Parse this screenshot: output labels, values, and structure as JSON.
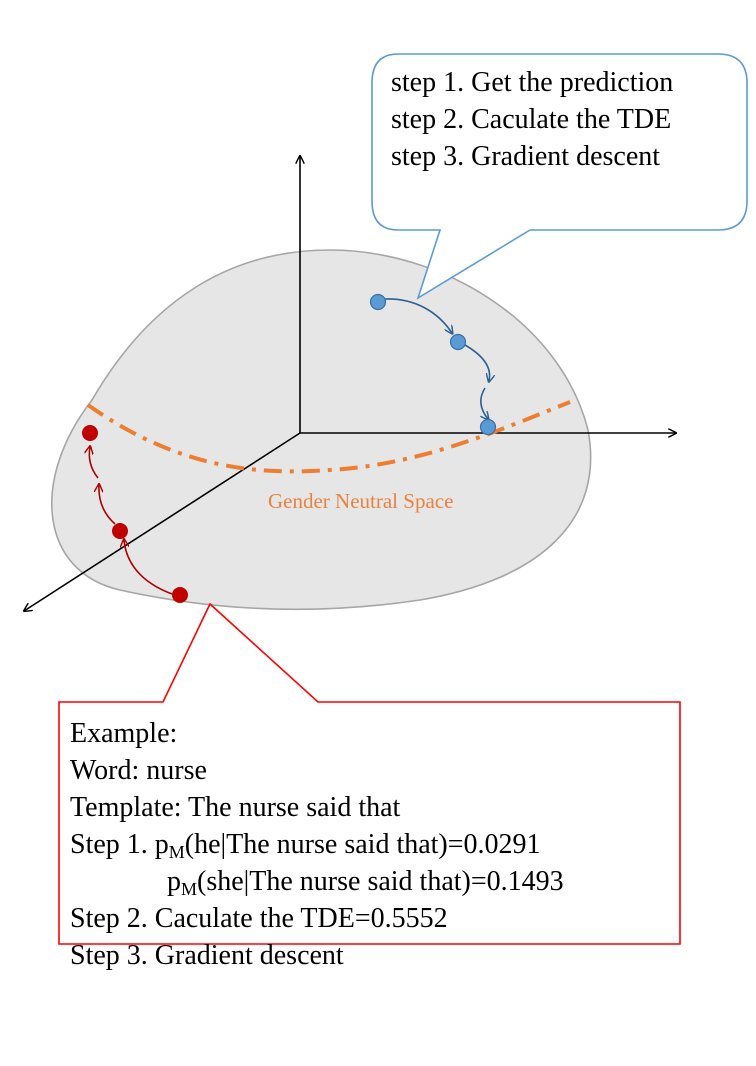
{
  "colors": {
    "blob_fill": "#e6e6e6",
    "blob_stroke": "#a6a6a6",
    "blue_point": "#5b9bd5",
    "blue_arrow": "#2e5f95",
    "red_point": "#c00000",
    "red_arrow": "#b00000",
    "neutral_line": "#ed7d31",
    "blue_callout_stroke": "#5b9bd5",
    "red_callout_stroke": "#ff0000"
  },
  "icons": {
    "blue_path": "blue-optimization-path-icon",
    "red_path": "red-optimization-path-icon"
  },
  "neutral_space_label": "Gender Neutral Space",
  "blue_callout": {
    "lines": [
      "step 1. Get the prediction",
      "step 2. Caculate the TDE",
      "step 3. Gradient descent"
    ]
  },
  "red_callout": {
    "example": "Example:",
    "word": "Word: nurse",
    "template": "Template: The nurse said that",
    "step1_prefix": "Step 1. ",
    "p_symbol": "p",
    "p_subscript": "M",
    "step1_he": "(he|The nurse said that)=0.0291",
    "step1_she": "(she|The nurse said that)=0.1493",
    "step2": "Step 2. Caculate the TDE=0.5552",
    "step3": "Step 3. Gradient descent"
  }
}
